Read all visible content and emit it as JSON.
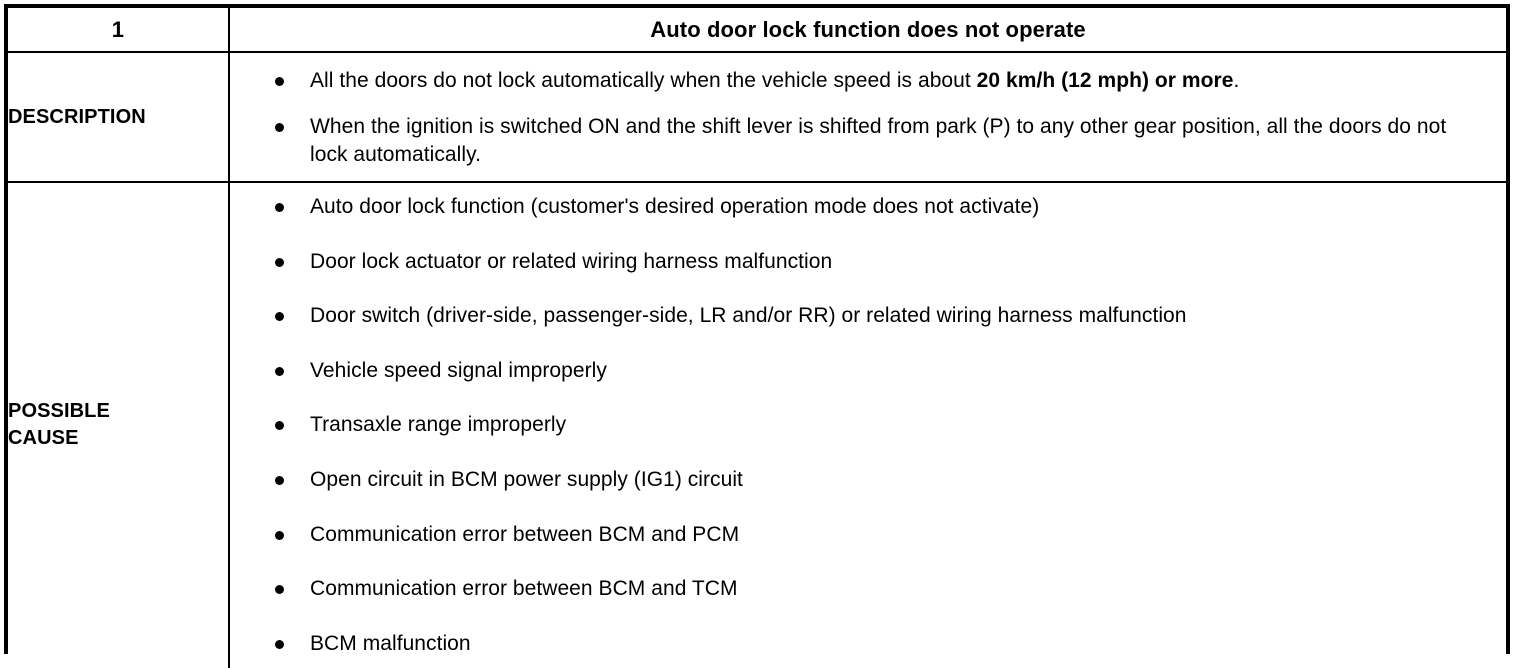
{
  "table": {
    "header": {
      "index": "1",
      "title": "Auto door lock function does not operate"
    },
    "rows": [
      {
        "label_line1": "DESCRIPTION",
        "label_line2": "",
        "bullets": [
          {
            "parts": [
              {
                "text": "All the doors do not lock automatically when the vehicle speed is about ",
                "bold": false
              },
              {
                "text": "20 km/h (12 mph) or more",
                "bold": true
              },
              {
                "text": ".",
                "bold": false
              }
            ],
            "plain": "All the doors do not lock automatically when the vehicle speed is about 20 km/h (12 mph) or more."
          },
          {
            "parts": [
              {
                "text": "When the ignition is switched ON and the shift lever is shifted from park (P) to any other gear position, all the doors do not lock automatically.",
                "bold": false
              }
            ],
            "plain": "When the ignition is switched ON and the shift lever is shifted from park (P) to any other gear position, all the doors do not lock automatically."
          }
        ]
      },
      {
        "label_line1": "POSSIBLE",
        "label_line2": "CAUSE",
        "bullets": [
          {
            "parts": [
              {
                "text": "Auto door lock function (customer's desired operation mode does not activate)",
                "bold": false
              }
            ],
            "plain": "Auto door lock function (customer's desired operation mode does not activate)"
          },
          {
            "parts": [
              {
                "text": "Door lock actuator or related wiring harness malfunction",
                "bold": false
              }
            ],
            "plain": "Door lock actuator or related wiring harness malfunction"
          },
          {
            "parts": [
              {
                "text": "Door switch (driver-side, passenger-side, LR and/or RR) or related wiring harness malfunction",
                "bold": false
              }
            ],
            "plain": "Door switch (driver-side, passenger-side, LR and/or RR) or related wiring harness malfunction"
          },
          {
            "parts": [
              {
                "text": "Vehicle speed signal improperly",
                "bold": false
              }
            ],
            "plain": "Vehicle speed signal improperly"
          },
          {
            "parts": [
              {
                "text": "Transaxle range improperly",
                "bold": false
              }
            ],
            "plain": "Transaxle range improperly"
          },
          {
            "parts": [
              {
                "text": "Open circuit in BCM power supply (IG1) circuit",
                "bold": false
              }
            ],
            "plain": "Open circuit in BCM power supply (IG1) circuit"
          },
          {
            "parts": [
              {
                "text": "Communication error between BCM and PCM",
                "bold": false
              }
            ],
            "plain": "Communication error between BCM and PCM"
          },
          {
            "parts": [
              {
                "text": "Communication error between BCM and TCM",
                "bold": false
              }
            ],
            "plain": "Communication error between BCM and TCM"
          },
          {
            "parts": [
              {
                "text": "BCM malfunction",
                "bold": false
              }
            ],
            "plain": "BCM malfunction"
          }
        ]
      }
    ]
  },
  "colors": {
    "text": "#000000",
    "background": "#ffffff",
    "border": "#000000"
  }
}
